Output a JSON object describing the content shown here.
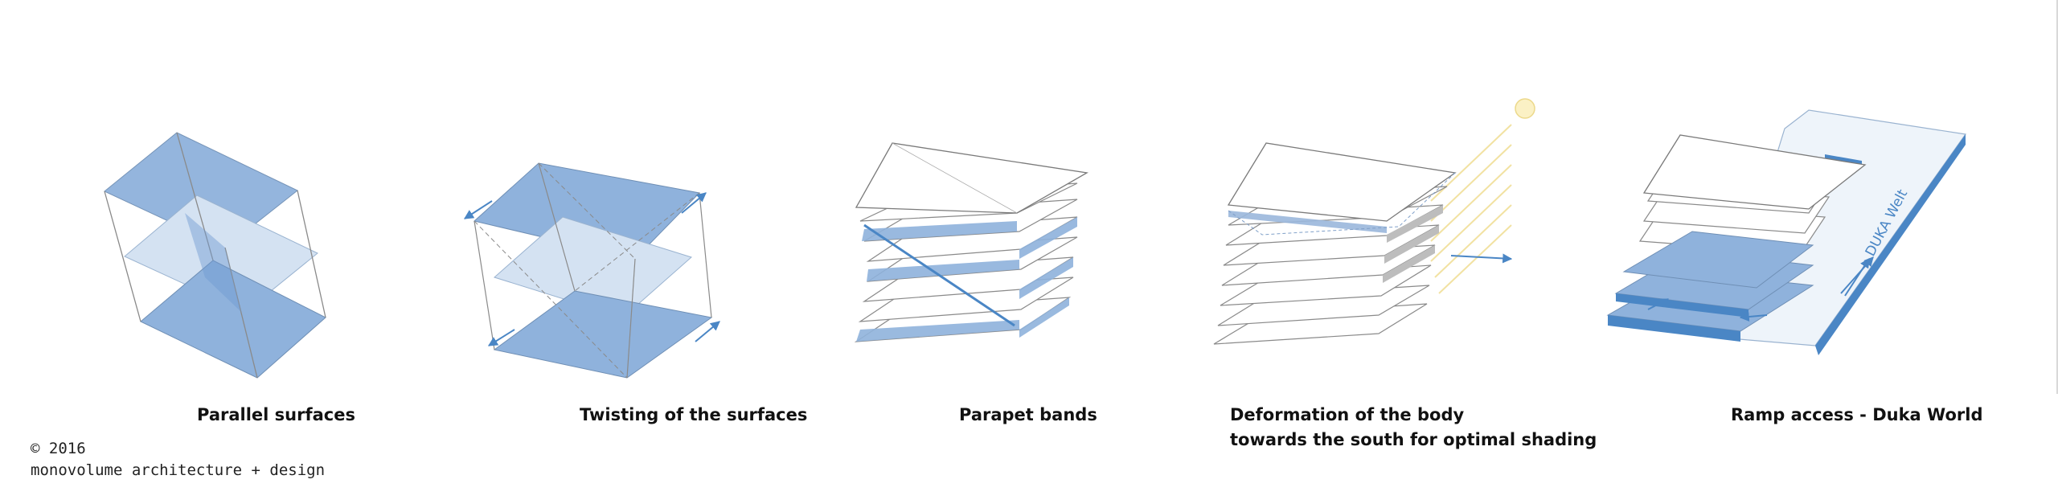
{
  "panels": [
    {
      "caption": "Parallel surfaces"
    },
    {
      "caption": "Twisting of the surfaces"
    },
    {
      "caption": "Parapet bands"
    },
    {
      "caption_line1": "Deformation of the body",
      "caption_line2": "towards the south for optimal shading"
    },
    {
      "caption": "Ramp access - Duka World",
      "ramp_label": "DUKA Welt"
    }
  ],
  "footer": {
    "year": "© 2016",
    "studio": "monovolume architecture + design"
  },
  "colors": {
    "blue_fill": "#8fb2dc",
    "blue_light": "#d4e2f2",
    "blue_dark": "#4a86c5",
    "outline": "#7a7a7a",
    "sun": "#f5e6a8",
    "ramp": "#eef4fa"
  }
}
